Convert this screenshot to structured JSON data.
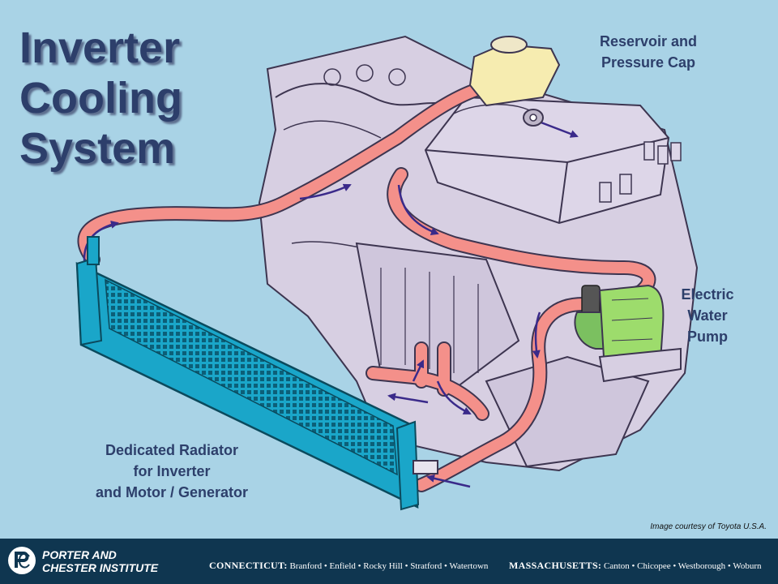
{
  "title": {
    "line1": "Inverter",
    "line2": "Cooling",
    "line3": "System"
  },
  "labels": {
    "reservoir": {
      "line1": "Reservoir and",
      "line2": "Pressure Cap"
    },
    "pump": {
      "line1": "Electric",
      "line2": "Water",
      "line3": "Pump"
    },
    "radiator": {
      "line1": "Dedicated Radiator",
      "line2": "for Inverter",
      "line3": "and Motor / Generator"
    }
  },
  "credit": "Image courtesy of Toyota U.S.A.",
  "footer": {
    "logo_line1": "PORTER AND",
    "logo_line2": "CHESTER INSTITUTE",
    "ct_state": "CONNECTICUT:",
    "ct_towns": "Branford • Enfield • Rocky Hill • Stratford • Watertown",
    "ma_state": "MASSACHUSETTS:",
    "ma_towns": "Canton • Chicopee • Westborough • Woburn"
  },
  "colors": {
    "background": "#a9d3e6",
    "title": "#2d3f6b",
    "hose": "#f4908a",
    "flow_arrow": "#3a2a8a",
    "engine": "#d7cfe2",
    "radiator": "#1aa6c9",
    "pump": "#9ddc6c",
    "reservoir": "#f6ecb0",
    "footer": "#0f3650"
  },
  "icons": {
    "logo": "porter-chester-logo-icon"
  }
}
